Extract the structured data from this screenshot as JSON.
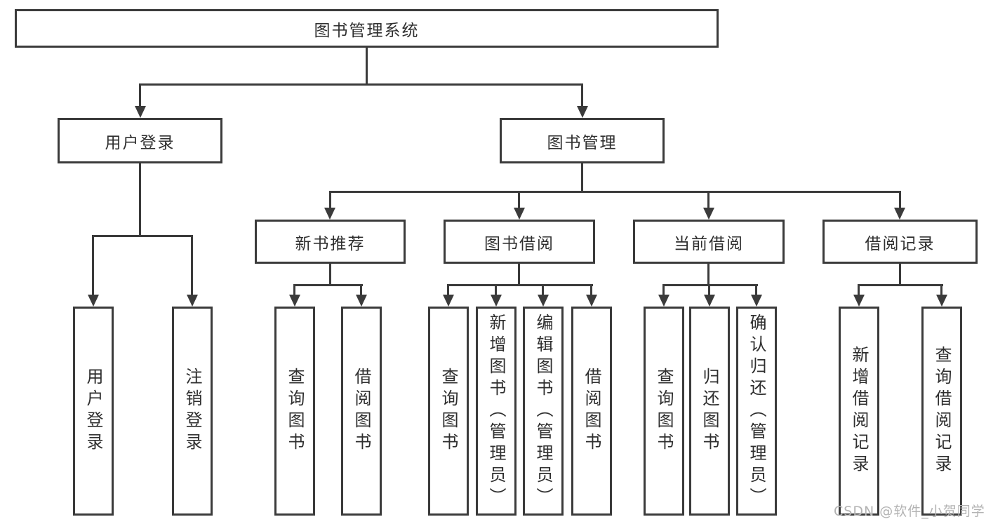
{
  "colors": {
    "line": "#3b3b3b",
    "box_border": "#3b3b3b",
    "box_fill": "#ffffff",
    "text": "#2f2f2f",
    "watermark": "#b3b3b3",
    "background": "#ffffff"
  },
  "diagram": {
    "type": "hierarchy-tree",
    "root": {
      "label": "图书管理系统",
      "children": [
        {
          "label": "用户登录",
          "children": [
            {
              "label": "用户登录"
            },
            {
              "label": "注销登录"
            }
          ]
        },
        {
          "label": "图书管理",
          "children": [
            {
              "label": "新书推荐",
              "children": [
                {
                  "label": "查询图书"
                },
                {
                  "label": "借阅图书"
                }
              ]
            },
            {
              "label": "图书借阅",
              "children": [
                {
                  "label": "查询图书"
                },
                {
                  "label": "新增图书（管理员）"
                },
                {
                  "label": "编辑图书（管理员）"
                },
                {
                  "label": "借阅图书"
                }
              ]
            },
            {
              "label": "当前借阅",
              "children": [
                {
                  "label": "查询图书"
                },
                {
                  "label": "归还图书"
                },
                {
                  "label": "确认归还（管理员）"
                }
              ]
            },
            {
              "label": "借阅记录",
              "children": [
                {
                  "label": "新增借阅记录"
                },
                {
                  "label": "查询借阅记录"
                }
              ]
            }
          ]
        }
      ]
    }
  },
  "watermark": {
    "text": "CSDN @软件_小贺同学"
  }
}
